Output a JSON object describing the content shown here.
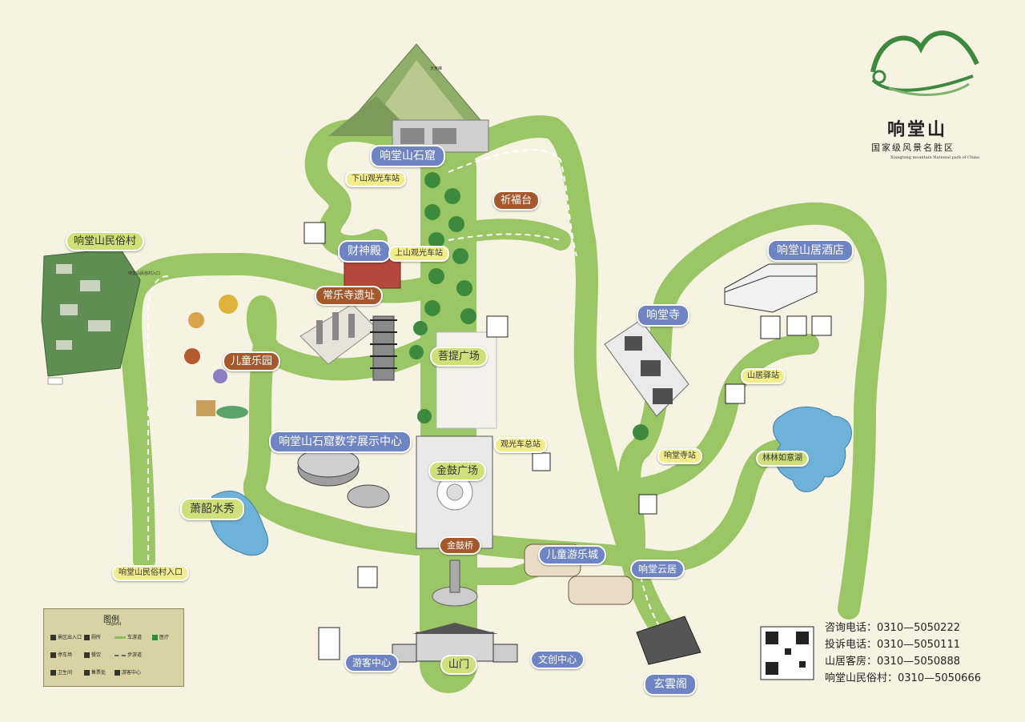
{
  "map": {
    "colors": {
      "background": "#f6f3e2",
      "road": "#9bc665",
      "path_dash": "#ffffff",
      "label_blue": "#6f84c2",
      "label_brown": "#a4582c",
      "label_yellow": "#f1ed8c",
      "water": "#6fb2d9",
      "logo_green": "#3d8a3f"
    }
  },
  "brand": {
    "name": "响堂山",
    "subtitle": "国家级风景名胜区",
    "subtitle_en": "Xiangtang mountain National park of China"
  },
  "labels": {
    "shiku": "响堂山石窟",
    "xiashan_station": "下山观光车站",
    "qifutai": "祈福台",
    "caishendian": "财神殿",
    "shangshan_station": "上山观光车站",
    "changlesi": "常乐寺遗址",
    "minsucun": "响堂山民俗村",
    "minsucun_entrance_small": "响堂山民俗村入口",
    "xiangtangshan_hotel": "响堂山居酒店",
    "xiangtangsi": "响堂寺",
    "children_park": "儿童乐园",
    "puti_square": "菩提广场",
    "shanju_station": "山居驿站",
    "digital_center": "响堂山石窟数字展示中心",
    "sightseeing_main_station": "观光车总站",
    "jingu_square": "金鼓广场",
    "xiangtangsi_station": "响堂寺站",
    "lake": "林林如意湖",
    "xiaoshao_show": "萧韶水秀",
    "jingu_bridge": "金鼓桥",
    "children_town": "儿童游乐城",
    "xiangtang_yunju": "响堂云居",
    "minsucun_entrance": "响堂山民俗村入口",
    "visitor_center": "游客中心",
    "shanmen": "山门",
    "wenchuang_center": "文创中心",
    "xuanyunge": "玄雲阁"
  },
  "legend": {
    "title": "图例",
    "subtitle": "Legend",
    "items": [
      {
        "label": "景区出入口",
        "icon": "entrance-icon"
      },
      {
        "label": "厕所",
        "icon": "toilet-icon"
      },
      {
        "label": "车游道",
        "icon": "road-icon"
      },
      {
        "label": "医疗",
        "icon": "medical-icon"
      },
      {
        "label": "停车场",
        "icon": "parking-icon"
      },
      {
        "label": "餐饮",
        "icon": "dining-icon"
      },
      {
        "label": "步游道",
        "icon": "footpath-icon"
      },
      {
        "label": "卫生间",
        "icon": "restroom-icon"
      },
      {
        "label": "售票处",
        "icon": "ticket-icon"
      },
      {
        "label": "游客中心",
        "icon": "info-icon"
      }
    ]
  },
  "contacts": [
    {
      "label": "咨询电话：",
      "value": "0310—5050222"
    },
    {
      "label": "投诉电话：",
      "value": "0310—5050111"
    },
    {
      "label": "山居客房：",
      "value": "0310—5050888"
    },
    {
      "label": "响堂山民俗村：",
      "value": "0310—5050666"
    }
  ],
  "peak_label": "天宫峰"
}
